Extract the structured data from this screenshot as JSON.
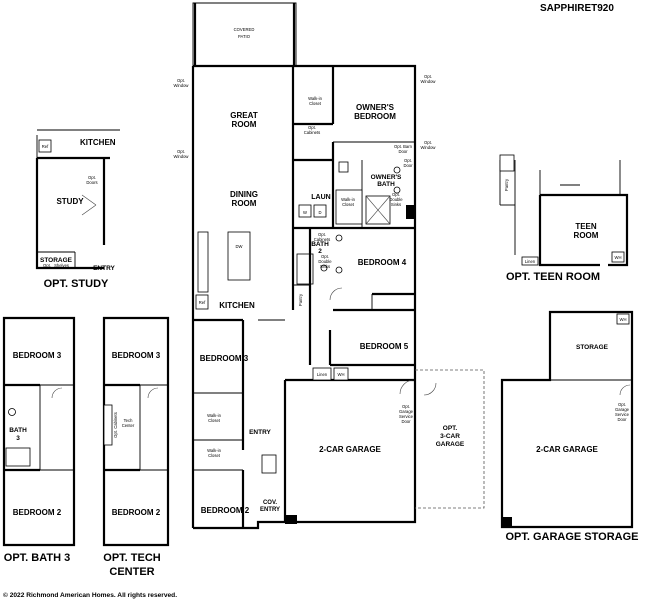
{
  "header": {
    "model": "SAPPHIRET920"
  },
  "footer": {
    "copyright": "© 2022 Richmond American Homes. All rights reserved."
  },
  "main_plan": {
    "covered_patio": "COVERED PATIO",
    "great_room_1": "GREAT",
    "great_room_2": "ROOM",
    "dining_room_1": "DINING",
    "dining_room_2": "ROOM",
    "kitchen": "KITCHEN",
    "owners_bedroom_1": "OWNER'S",
    "owners_bedroom_2": "BEDROOM",
    "owners_bath_1": "OWNER'S",
    "owners_bath_2": "BATH",
    "laun": "LAUN",
    "bath_2_a": "BATH",
    "bath_2_b": "2",
    "bedroom_4": "BEDROOM 4",
    "bedroom_5": "BEDROOM 5",
    "bedroom_3": "BEDROOM 3",
    "bedroom_2": "BEDROOM 2",
    "entry": "ENTRY",
    "cov_entry_1": "COV.",
    "cov_entry_2": "ENTRY",
    "garage_2car": "2-CAR GARAGE",
    "opt_3car_1": "OPT.",
    "opt_3car_2": "3-CAR",
    "opt_3car_3": "GARAGE",
    "walkin_closet_a": "Walk-in",
    "walkin_closet_b": "Closet",
    "opt_window_a": "Opt.",
    "opt_window_b": "Window",
    "opt_cabinets_a": "Opt.",
    "opt_cabinets_b": "Cabinets",
    "opt_barn_door_a": "Opt. Barn",
    "opt_barn_door_b": "Door",
    "opt_door_a": "Opt.",
    "opt_door_b": "Door",
    "opt_dbl_sinks_a": "Opt.",
    "opt_dbl_sinks_b": "Double",
    "opt_dbl_sinks_c": "Sinks",
    "opt_double_sinks_a": "Opt.",
    "opt_double_sinks_b": "Double",
    "opt_double_sinks_c": "Sinks",
    "opt_garage_door_a": "Opt.",
    "opt_garage_door_b": "Garage",
    "opt_garage_door_c": "Service",
    "opt_garage_door_d": "Door",
    "dw": "DW",
    "ref": "Ref",
    "w": "W",
    "d": "D",
    "wh": "WH",
    "linen": "Linen",
    "pantry": "Pantry"
  },
  "opt_study": {
    "title": "OPT. STUDY",
    "kitchen": "KITCHEN",
    "study": "STUDY",
    "storage": "STORAGE",
    "entry": "ENTRY",
    "opt_doors_a": "Opt.",
    "opt_doors_b": "Doors",
    "opt_shelves_a": "Opt.",
    "opt_shelves_b": "Shelves",
    "ref": "Ref"
  },
  "opt_teen_room": {
    "title": "OPT. TEEN ROOM",
    "teen_room_1": "TEEN",
    "teen_room_2": "ROOM",
    "pantry": "Pantry",
    "linen": "Linen",
    "wh": "WH"
  },
  "opt_bath_3": {
    "title": "OPT. BATH 3",
    "bedroom_3": "BEDROOM 3",
    "bath_3_a": "BATH",
    "bath_3_b": "3",
    "bedroom_2": "BEDROOM 2"
  },
  "opt_tech_center": {
    "title_1": "OPT. TECH",
    "title_2": "CENTER",
    "bedroom_3": "BEDROOM 3",
    "bedroom_2": "BEDROOM 2",
    "tech_center_a": "Tech",
    "tech_center_b": "Center",
    "opt_cabinets": "Opt. Cabinets"
  },
  "opt_garage_storage": {
    "title": "OPT. GARAGE STORAGE",
    "storage": "STORAGE",
    "garage": "2-CAR GARAGE",
    "wh": "WH",
    "opt_door_a": "Opt.",
    "opt_door_b": "Garage",
    "opt_door_c": "Service",
    "opt_door_d": "Door"
  }
}
